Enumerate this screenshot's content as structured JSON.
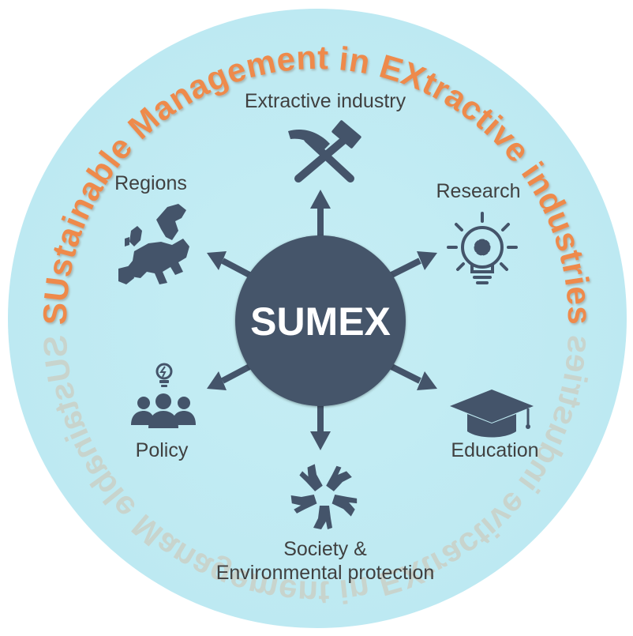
{
  "diagram": {
    "arc_title": "SUstainable Management in EXtractive industries",
    "center_label": "SUMEX",
    "nodes": {
      "extractive": {
        "label": "Extractive industry",
        "icon": "hammer-pick-icon"
      },
      "research": {
        "label": "Research",
        "icon": "lightbulb-gear-icon"
      },
      "education": {
        "label": "Education",
        "icon": "graduation-cap-icon"
      },
      "society": {
        "line1": "Society &",
        "line2": "Environmental protection",
        "icon": "joined-hands-icon"
      },
      "policy": {
        "label": "Policy",
        "icon": "people-idea-icon"
      },
      "regions": {
        "label": "Regions",
        "icon": "europe-map-icon"
      }
    },
    "colors": {
      "circle_fill": "#c2edf4",
      "hub": "#44546a",
      "arc_text": "#ee8a4c",
      "reflection_text": "#ee8a4c",
      "label_text": "#404040"
    }
  }
}
